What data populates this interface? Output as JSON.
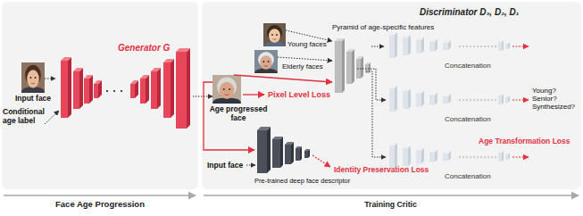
{
  "diagram": {
    "nodes": [
      {
        "text": [
          "Face Age Progression"
        ]
      },
      {
        "text": [
          "Training Critic"
        ]
      },
      {
        "text": [
          "Input face"
        ],
        "in": 0
      },
      {
        "text": [
          "Generator G"
        ],
        "in": 0
      },
      {
        "text": [
          "Age progressed face"
        ],
        "in": 1
      },
      {
        "text": [
          "Young faces"
        ],
        "in": 1
      },
      {
        "text": [
          "Elderly faces"
        ],
        "in": 1
      },
      {
        "text": [
          "Pyramid of age-specific features"
        ],
        "in": 1
      },
      {
        "text": [
          "Discriminator D₃, D₂, D₁"
        ],
        "in": 1
      },
      {
        "text": [
          "Pre-trained deep face descriptor"
        ],
        "in": 1
      }
    ],
    "edges": [
      {
        "from": 2,
        "to": 3,
        "arrow": "to"
      },
      {
        "from": 3,
        "to": 4,
        "arrow": "to"
      },
      {
        "from": 4,
        "to": 7,
        "arrow": "to"
      },
      {
        "from": 5,
        "to": 7,
        "arrow": "to"
      },
      {
        "from": 6,
        "to": 7,
        "arrow": "to"
      },
      {
        "from": 7,
        "to": 8,
        "arrow": "to"
      },
      {
        "from": 4,
        "to": 9,
        "arrow": "to"
      }
    ],
    "labels": [
      "Conditional age label",
      "Input face",
      "Pixel Level Loss",
      "Concatenation",
      "Concatenation",
      "Concatenation",
      "Young? Senior? Synthesized?",
      "Age Transformation Loss",
      "Identity Preservation Loss"
    ]
  }
}
